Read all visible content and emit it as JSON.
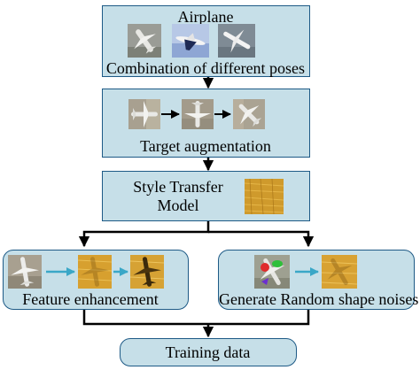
{
  "airplane": {
    "title": "Airplane",
    "caption": "Combination of different poses"
  },
  "augmentation": {
    "caption": "Target augmentation"
  },
  "style_transfer": {
    "line1": "Style Transfer",
    "line2": "Model"
  },
  "feature": {
    "caption": "Feature enhancement"
  },
  "noises": {
    "caption": "Generate Random shape noises"
  },
  "training": {
    "caption": "Training data"
  },
  "colors": {
    "box_fill": "#c6dfe8",
    "box_border": "#1e5a86",
    "arrow": "#000000",
    "inner_arrow": "#3aa7c7",
    "texture": "#d49a2a"
  }
}
